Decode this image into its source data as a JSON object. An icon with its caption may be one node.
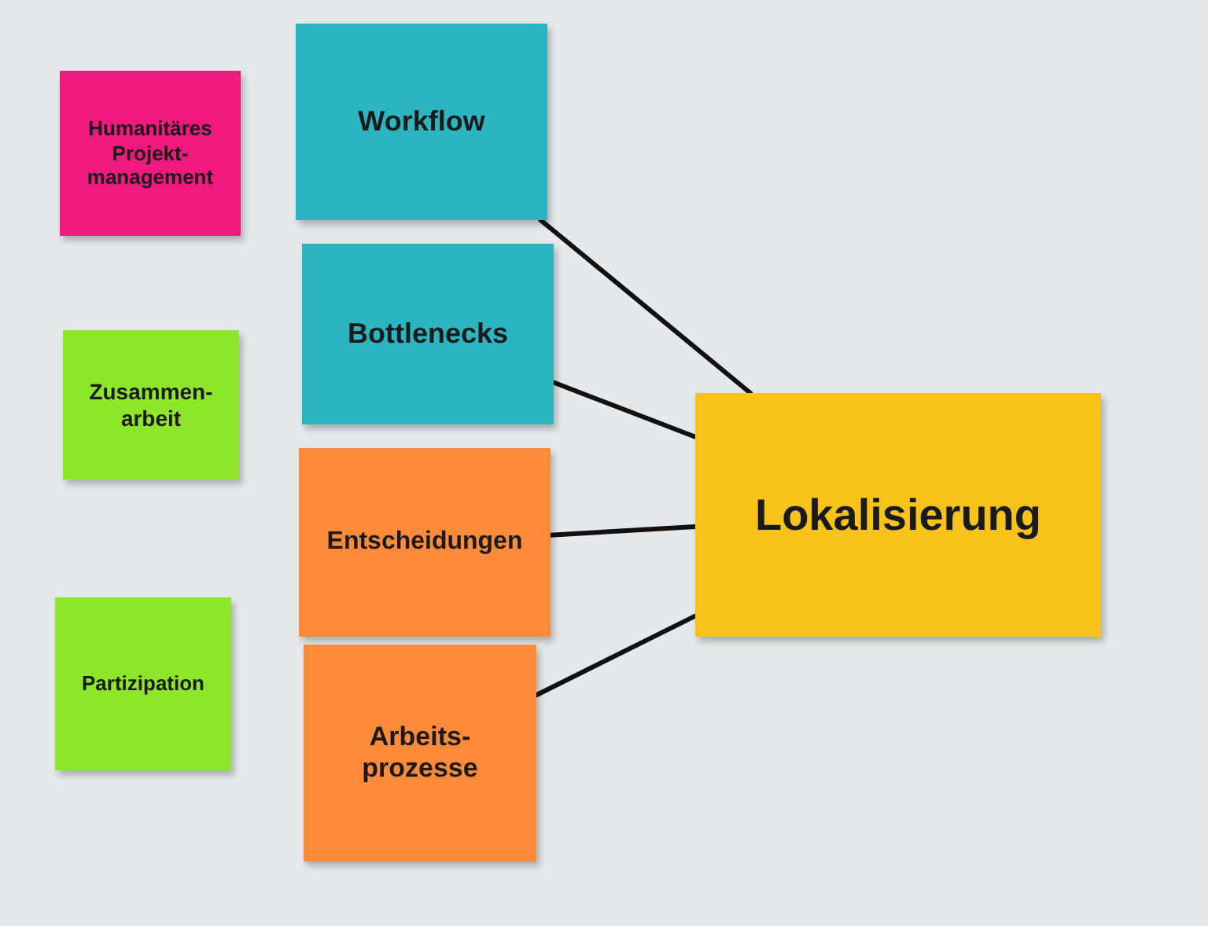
{
  "diagram": {
    "nodes": [
      {
        "text": [
          "Humanitäres Projekt-management"
        ]
      },
      {
        "text": [
          "Workflow"
        ]
      },
      {
        "text": [
          "Zusammen-arbeit"
        ]
      },
      {
        "text": [
          "Bottlenecks"
        ]
      },
      {
        "text": [
          "Entscheidungen"
        ]
      },
      {
        "text": [
          "Partizipation"
        ]
      },
      {
        "text": [
          "Arbeits-prozesse"
        ]
      },
      {
        "text": [
          "Lokalisierung"
        ]
      }
    ],
    "edges": [
      {
        "from": 7,
        "to": 1,
        "arrow": "none"
      },
      {
        "from": 7,
        "to": 3,
        "arrow": "none"
      },
      {
        "from": 7,
        "to": 4,
        "arrow": "none"
      },
      {
        "from": 7,
        "to": 6,
        "arrow": "none"
      }
    ]
  }
}
